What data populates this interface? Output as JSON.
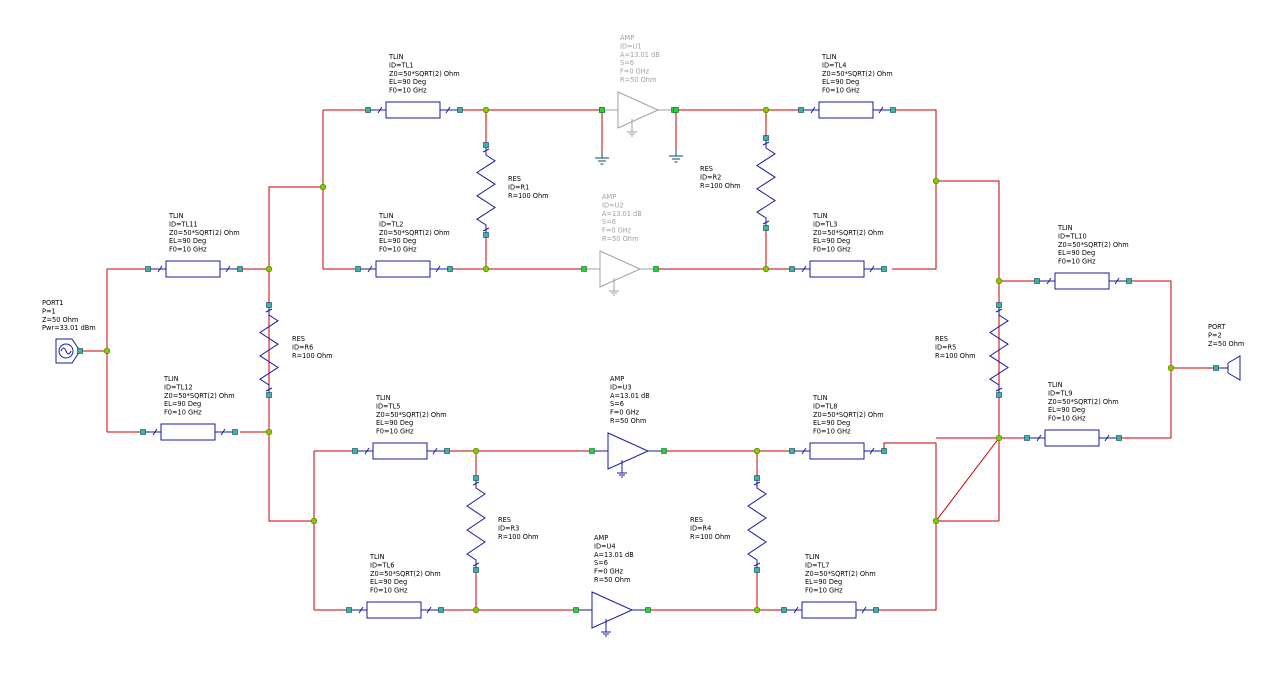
{
  "components": {
    "TL1": {
      "type": "TLIN",
      "id": "ID=TL1",
      "z0": "Z0=50*SQRT(2) Ohm",
      "el": "EL=90 Deg",
      "f0": "F0=10 GHz"
    },
    "TL2": {
      "type": "TLIN",
      "id": "ID=TL2",
      "z0": "Z0=50*SQRT(2) Ohm",
      "el": "EL=90 Deg",
      "f0": "F0=10 GHz"
    },
    "TL3": {
      "type": "TLIN",
      "id": "ID=TL3",
      "z0": "Z0=50*SQRT(2) Ohm",
      "el": "EL=90 Deg",
      "f0": "F0=10 GHz"
    },
    "TL4": {
      "type": "TLIN",
      "id": "ID=TL4",
      "z0": "Z0=50*SQRT(2) Ohm",
      "el": "EL=90 Deg",
      "f0": "F0=10 GHz"
    },
    "TL5": {
      "type": "TLIN",
      "id": "ID=TL5",
      "z0": "Z0=50*SQRT(2) Ohm",
      "el": "EL=90 Deg",
      "f0": "F0=10 GHz"
    },
    "TL6": {
      "type": "TLIN",
      "id": "ID=TL6",
      "z0": "Z0=50*SQRT(2) Ohm",
      "el": "EL=90 Deg",
      "f0": "F0=10 GHz"
    },
    "TL7": {
      "type": "TLIN",
      "id": "ID=TL7",
      "z0": "Z0=50*SQRT(2) Ohm",
      "el": "EL=90 Deg",
      "f0": "F0=10 GHz"
    },
    "TL8": {
      "type": "TLIN",
      "id": "ID=TL8",
      "z0": "Z0=50*SQRT(2) Ohm",
      "el": "EL=90 Deg",
      "f0": "F0=10 GHz"
    },
    "TL9": {
      "type": "TLIN",
      "id": "ID=TL9",
      "z0": "Z0=50*SQRT(2) Ohm",
      "el": "EL=90 Deg",
      "f0": "F0=10 GHz"
    },
    "TL10": {
      "type": "TLIN",
      "id": "ID=TL10",
      "z0": "Z0=50*SQRT(2) Ohm",
      "el": "EL=90 Deg",
      "f0": "F0=10 GHz"
    },
    "TL11": {
      "type": "TLIN",
      "id": "ID=TL11",
      "z0": "Z0=50*SQRT(2) Ohm",
      "el": "EL=90 Deg",
      "f0": "F0=10 GHz"
    },
    "TL12": {
      "type": "TLIN",
      "id": "ID=TL12",
      "z0": "Z0=50*SQRT(2) Ohm",
      "el": "EL=90 Deg",
      "f0": "F0=10 GHz"
    },
    "R1": {
      "type": "RES",
      "id": "ID=R1",
      "r": "R=100 Ohm"
    },
    "R2": {
      "type": "RES",
      "id": "ID=R2",
      "r": "R=100 Ohm"
    },
    "R3": {
      "type": "RES",
      "id": "ID=R3",
      "r": "R=100 Ohm"
    },
    "R4": {
      "type": "RES",
      "id": "ID=R4",
      "r": "R=100 Ohm"
    },
    "R5": {
      "type": "RES",
      "id": "ID=R5",
      "r": "R=100 Ohm"
    },
    "R6": {
      "type": "RES",
      "id": "ID=R6",
      "r": "R=100 Ohm"
    },
    "U1": {
      "type": "AMP",
      "id": "ID=U1",
      "a": "A=13.01 dB",
      "s": "S=6",
      "f": "F=0 GHz",
      "r": "R=50 Ohm"
    },
    "U2": {
      "type": "AMP",
      "id": "ID=U2",
      "a": "A=13.01 dB",
      "s": "S=6",
      "f": "F=0 GHz",
      "r": "R=50 Ohm"
    },
    "U3": {
      "type": "AMP",
      "id": "ID=U3",
      "a": "A=13.01 dB",
      "s": "S=6",
      "f": "F=0 GHz",
      "r": "R=50 Ohm"
    },
    "U4": {
      "type": "AMP",
      "id": "ID=U4",
      "a": "A=13.01 dB",
      "s": "S=6",
      "f": "F=0 GHz",
      "r": "R=50 Ohm"
    },
    "PORT1": {
      "type": "PORT1",
      "p": "P=1",
      "z": "Z=50 Ohm",
      "pwr": "Pwr=33.01 dBm"
    },
    "PORT2": {
      "type": "PORT",
      "p": "P=2",
      "z": "Z=50 Ohm"
    }
  },
  "colors": {
    "wire": "#c80000",
    "component": "#1a1aa0",
    "node": "#8cc800",
    "pin": "#3cb4a0",
    "disabled": "#a0a0a0"
  }
}
